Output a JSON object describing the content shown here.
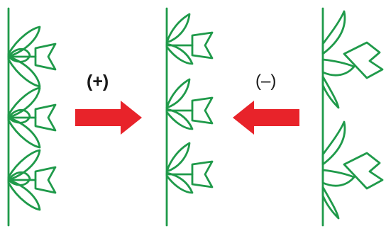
{
  "diagram": {
    "labels": {
      "plus": "(+)",
      "minus": "(–)"
    },
    "colors": {
      "stem": "#1f9a4a",
      "arrow": "#e8232a",
      "text": "#1a1a1a"
    },
    "panels": [
      {
        "name": "crowded-branching-stem",
        "flowers": 3
      },
      {
        "name": "normal-branching-stem",
        "flowers": 3
      },
      {
        "name": "sparse-branching-stem",
        "flowers": 2
      }
    ]
  }
}
